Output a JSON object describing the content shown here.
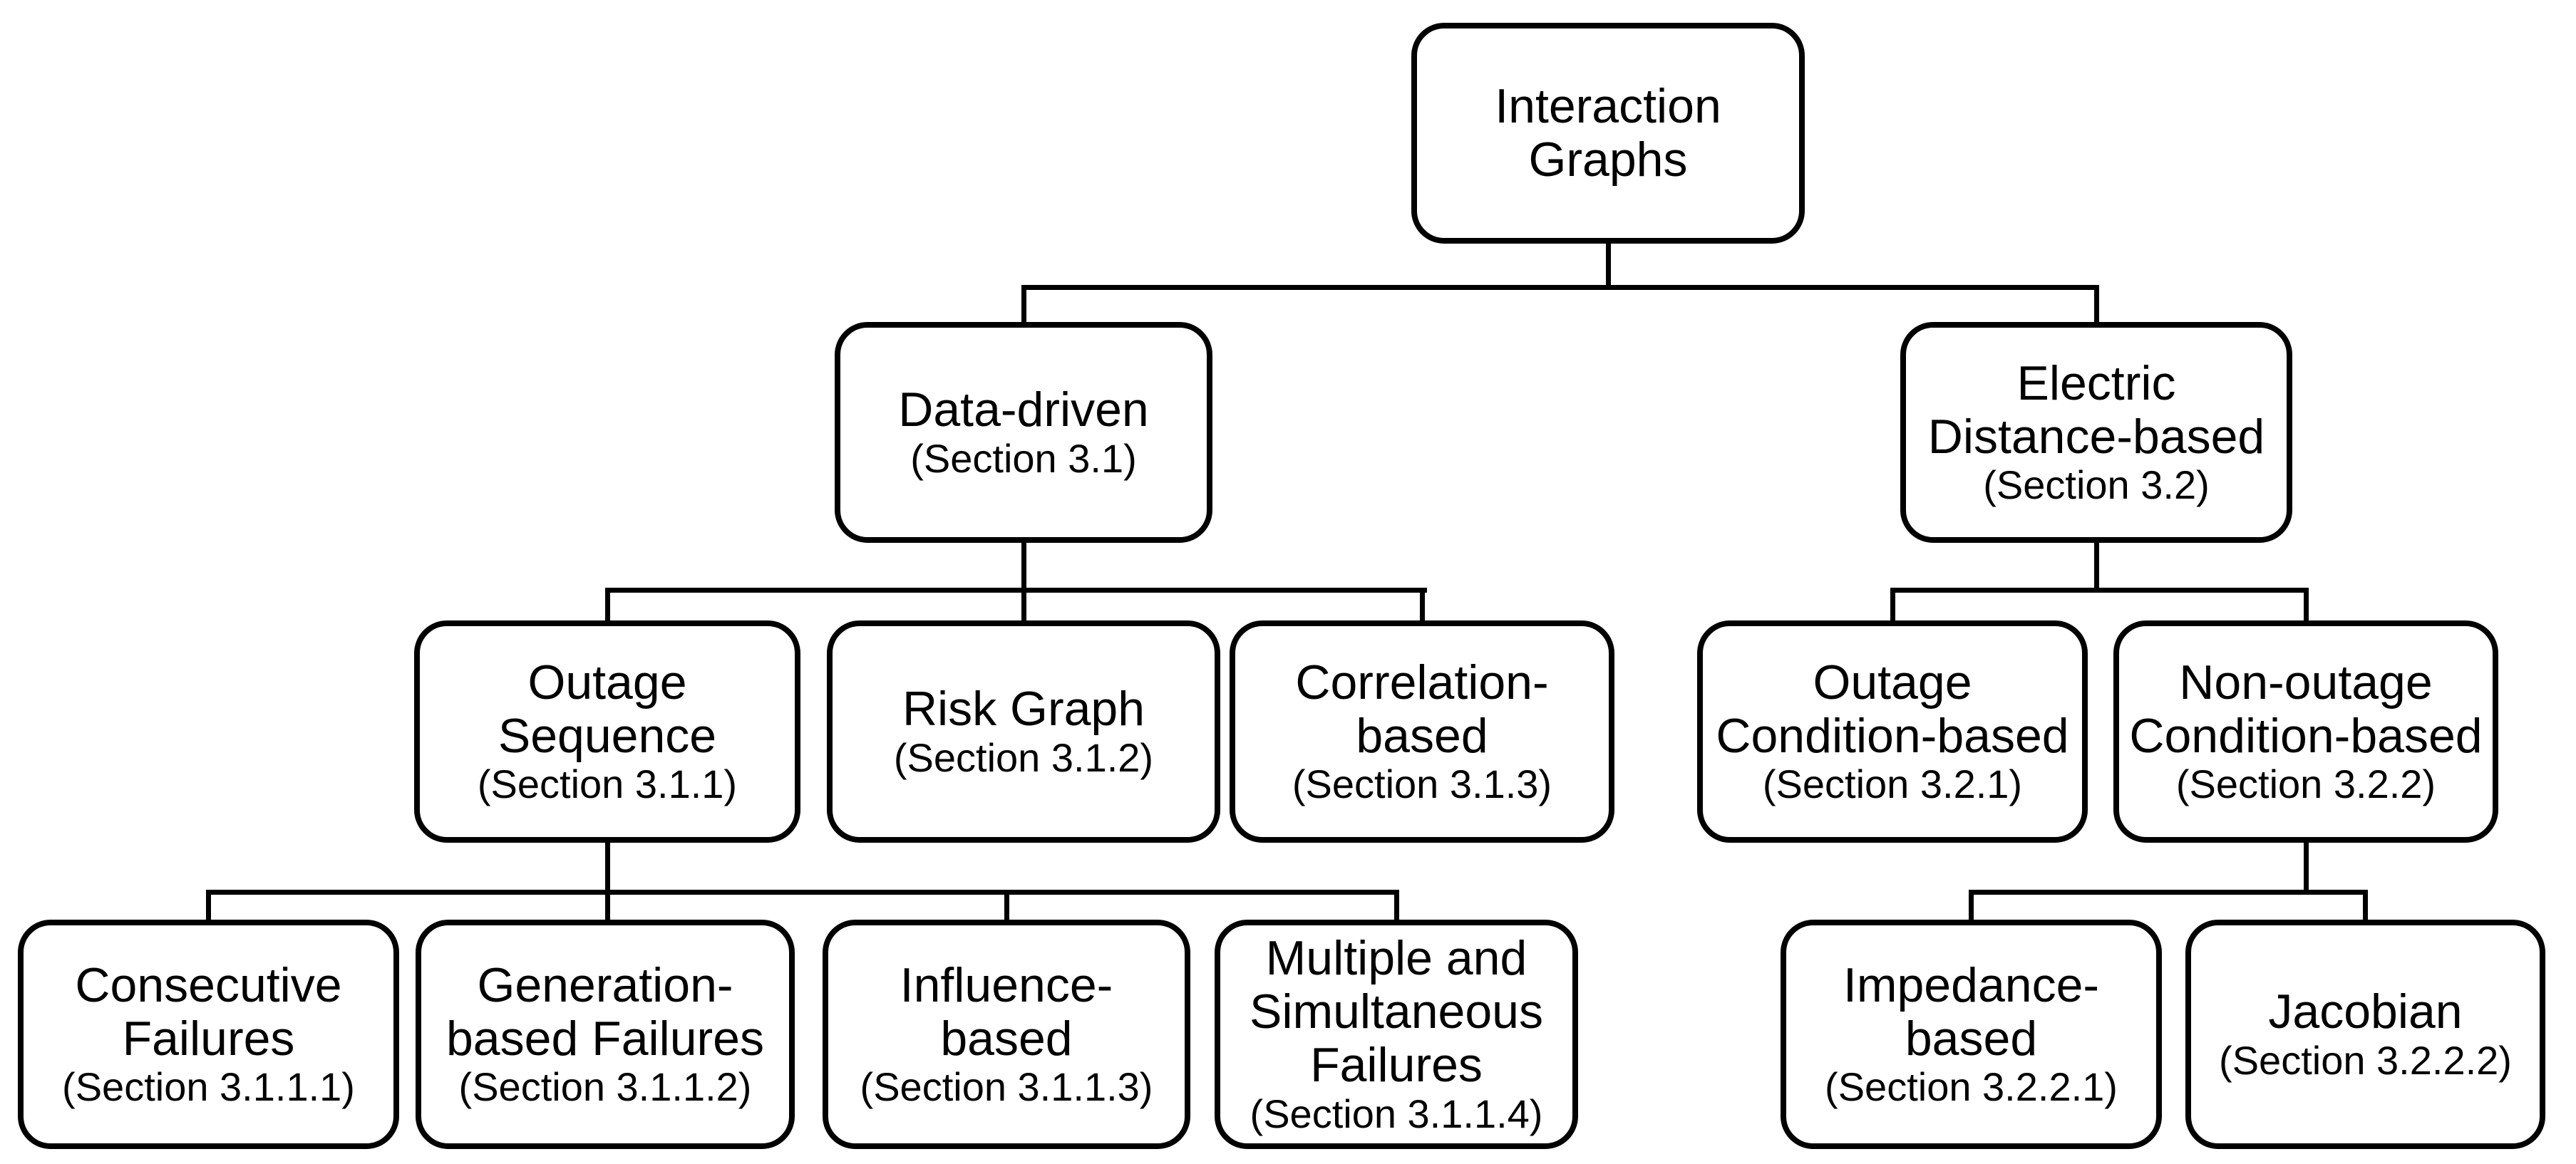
{
  "diagram": {
    "background_color": "#ffffff",
    "line_color": "#000000",
    "nodes": {
      "root": {
        "name": "Interaction\nGraphs",
        "section": ""
      },
      "data_driven": {
        "name": "Data-driven",
        "section": "(Section 3.1)"
      },
      "electric_distance": {
        "name": "Electric\nDistance-based",
        "section": "(Section 3.2)"
      },
      "outage_sequence": {
        "name": "Outage\nSequence",
        "section": "(Section 3.1.1)"
      },
      "risk_graph": {
        "name": "Risk Graph",
        "section": "(Section 3.1.2)"
      },
      "correlation_based": {
        "name": "Correlation-\nbased",
        "section": "(Section 3.1.3)"
      },
      "outage_condition": {
        "name": "Outage\nCondition-based",
        "section": "(Section 3.2.1)"
      },
      "non_outage_condition": {
        "name": "Non-outage\nCondition-based",
        "section": "(Section 3.2.2)"
      },
      "consecutive_failures": {
        "name": "Consecutive\nFailures",
        "section": "(Section 3.1.1.1)"
      },
      "generation_based_failures": {
        "name": "Generation-\nbased Failures",
        "section": "(Section 3.1.1.2)"
      },
      "influence_based": {
        "name": "Influence-\nbased",
        "section": "(Section 3.1.1.3)"
      },
      "multiple_simultaneous_failures": {
        "name": "Multiple and\nSimultaneous\nFailures",
        "section": "(Section 3.1.1.4)"
      },
      "impedance_based": {
        "name": "Impedance-\nbased",
        "section": "(Section 3.2.2.1)"
      },
      "jacobian": {
        "name": "Jacobian",
        "section": "(Section 3.2.2.2)"
      }
    }
  }
}
